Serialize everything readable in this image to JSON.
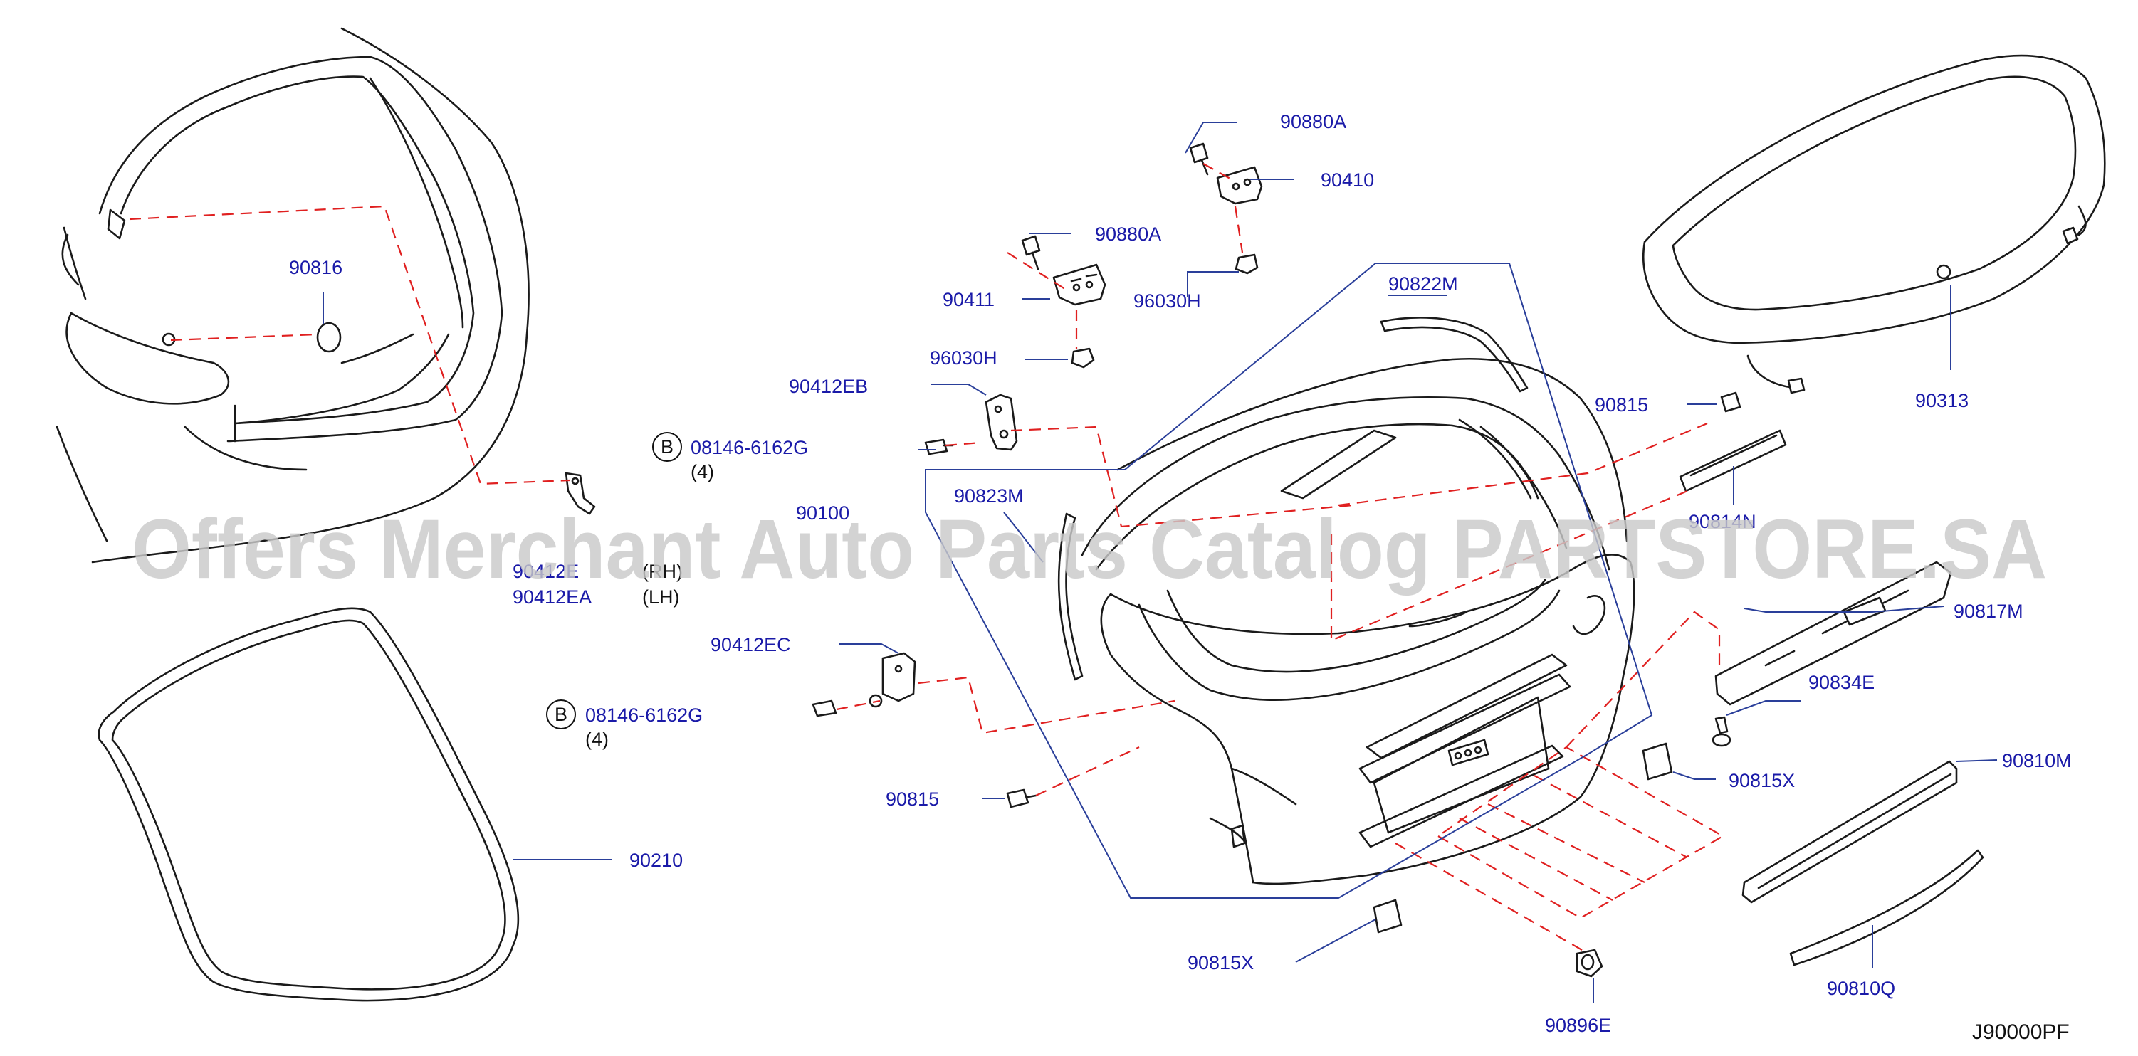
{
  "watermark": "Offers Merchant Auto Parts Catalog PARTSTORE.SA",
  "diagram_code": "J90000PF",
  "colors": {
    "label": "#1a1aa8",
    "leader": "#2a3f9a",
    "dashed_guide": "#e02020",
    "outline": "#1a1a1a",
    "watermark": "#c9c9c9"
  },
  "bolt_symbol": "B",
  "callouts": {
    "c90816": "90816",
    "c90412e": "90412E",
    "c90412e_side": "(RH)",
    "c90412ea": "90412EA",
    "c90412ea_side": "(LH)",
    "c90210": "90210",
    "c08146_upper": "08146-6162G",
    "c08146_upper_qty": "(4)",
    "c08146_lower": "08146-6162G",
    "c08146_lower_qty": "(4)",
    "c90412eb": "90412EB",
    "c90412ec": "90412EC",
    "c90100": "90100",
    "c90823m": "90823M",
    "c90815_left": "90815",
    "c90880a_lower": "90880A",
    "c90411": "90411",
    "c96030h_lower": "96030H",
    "c90880a_upper": "90880A",
    "c90410": "90410",
    "c96030h_upper": "96030H",
    "c90822m": "90822M",
    "c90815_right": "90815",
    "c90814n": "90814N",
    "c90313": "90313",
    "c90817m": "90817M",
    "c90834e": "90834E",
    "c90815x_right": "90815X",
    "c90810m": "90810M",
    "c90810q": "90810Q",
    "c90815x_bottom": "90815X",
    "c90896e": "90896E"
  }
}
